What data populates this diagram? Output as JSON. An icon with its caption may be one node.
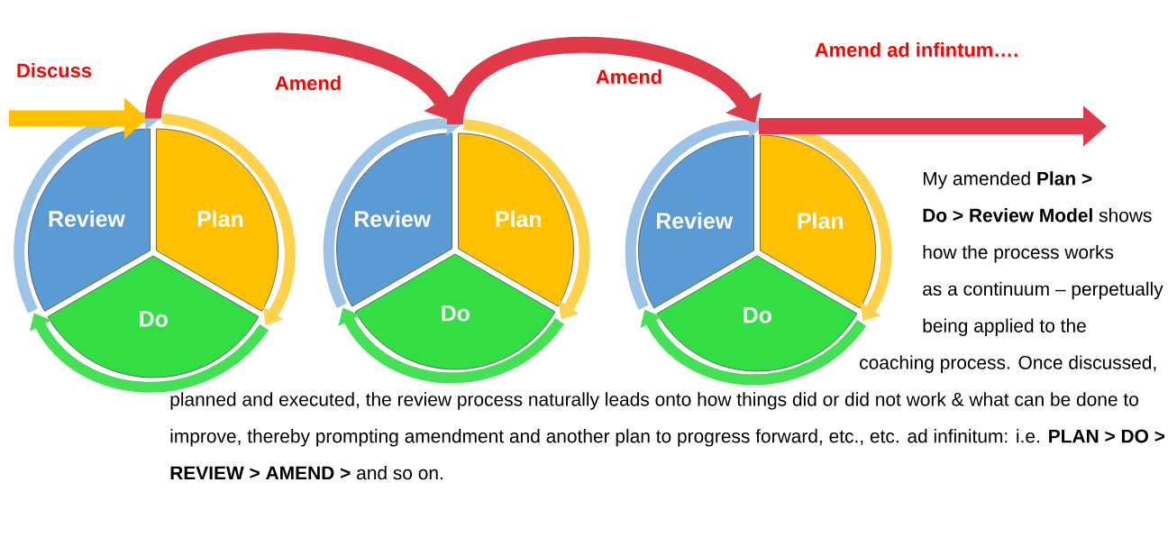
{
  "diagram": {
    "nodes": [
      {
        "text": [
          "Review"
        ]
      },
      {
        "text": [
          "Plan"
        ]
      },
      {
        "text": [
          "Do"
        ]
      },
      {
        "text": [
          "Review"
        ]
      },
      {
        "text": [
          "Plan"
        ]
      },
      {
        "text": [
          "Do"
        ]
      },
      {
        "text": [
          "Review"
        ]
      },
      {
        "text": [
          "Plan"
        ]
      },
      {
        "text": [
          "Do"
        ]
      }
    ],
    "edges": [
      {
        "from": 0,
        "to": 1,
        "arrow": "to",
        "color": "#9dc3e6"
      },
      {
        "from": 1,
        "to": 2,
        "arrow": "to",
        "color": "#ffd24d"
      },
      {
        "from": 2,
        "to": 0,
        "arrow": "to",
        "color": "#45e056"
      },
      {
        "from": 3,
        "to": 4,
        "arrow": "to",
        "color": "#9dc3e6"
      },
      {
        "from": 4,
        "to": 5,
        "arrow": "to",
        "color": "#ffd24d"
      },
      {
        "from": 5,
        "to": 3,
        "arrow": "to",
        "color": "#45e056"
      },
      {
        "from": 6,
        "to": 7,
        "arrow": "to",
        "color": "#9dc3e6"
      },
      {
        "from": 7,
        "to": 8,
        "arrow": "to",
        "color": "#ffd24d"
      },
      {
        "from": 8,
        "to": 6,
        "arrow": "to",
        "color": "#45e056"
      },
      {
        "from": null,
        "to": 1,
        "arrow": "to",
        "label": "Discuss",
        "color": "#ffc000"
      },
      {
        "from": 0,
        "to": 4,
        "arrow": "to",
        "label": "Amend",
        "color": "#e0394a"
      },
      {
        "from": 3,
        "to": 7,
        "arrow": "to",
        "label": "Amend",
        "color": "#e0394a"
      },
      {
        "from": 6,
        "to": null,
        "arrow": "to",
        "label": "Amend ad infintum….",
        "color": "#e0394a"
      }
    ],
    "labels": [
      "My amended **Plan > Do > Review Model** shows how the process works as a continuum – perpetually being applied to the coaching process. Once discussed, planned and executed, the review process naturally leads onto how things did or did not work & what can be done to improve, thereby prompting amendment and another plan to progress forward, etc., etc. ad infinitum: i.e. **PLAN > DO > REVIEW > AMEND >** and so on."
    ]
  }
}
